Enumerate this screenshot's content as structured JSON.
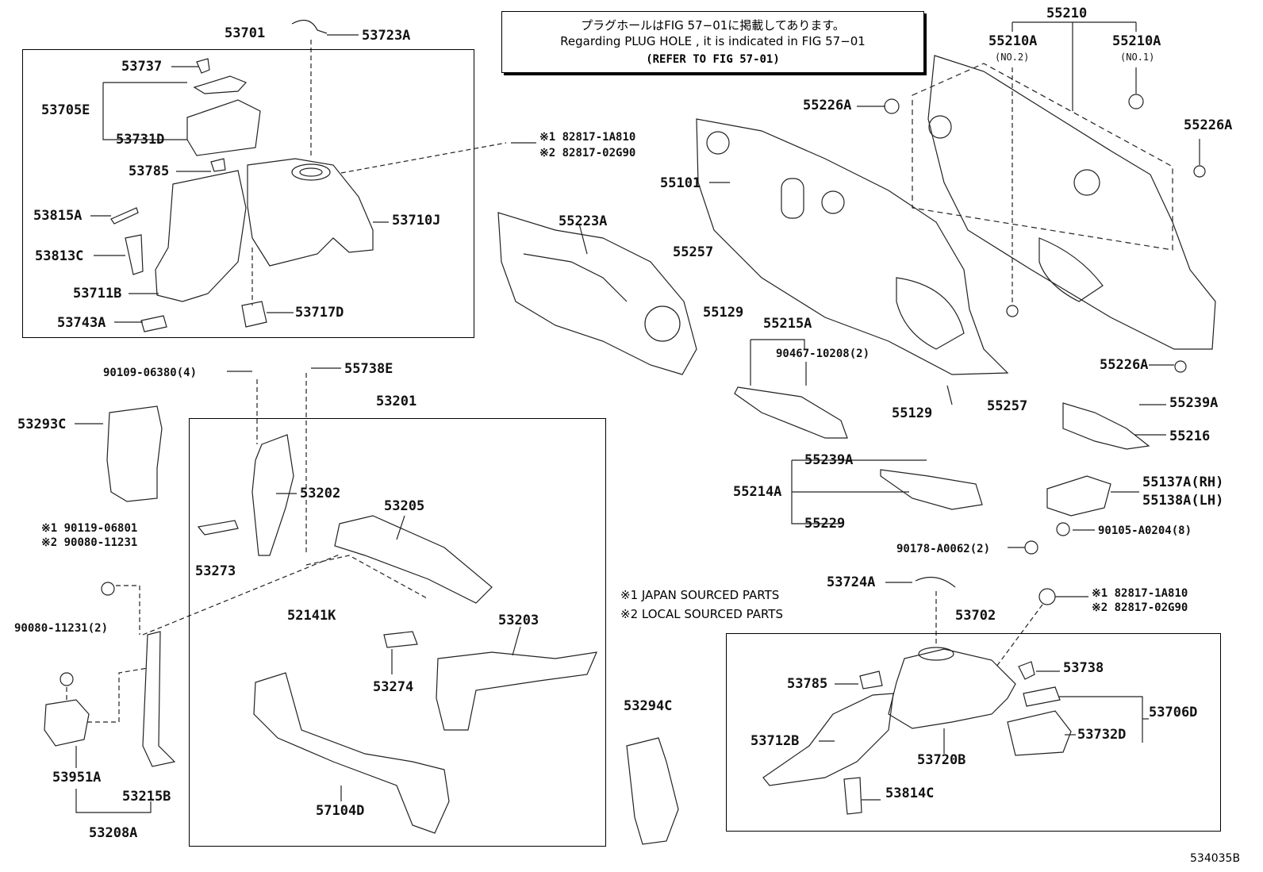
{
  "notice": {
    "line_jp": "プラグホールはFIG 57−01に掲載してあります。",
    "line_en": "Regarding  PLUG HOLE , it is indicated in FIG 57−01",
    "line_ref": "(REFER TO FIG 57-01)"
  },
  "legend": {
    "note1": "※1 JAPAN SOURCED PARTS",
    "note2": "※2 LOCAL SOURCED PARTS"
  },
  "figure_id": "534035B",
  "parts": {
    "p53701": "53701",
    "p53723A": "53723A",
    "p53737": "53737",
    "p53705E": "53705E",
    "p53731D": "53731D",
    "p53785a": "53785",
    "p53815A": "53815A",
    "p53813C": "53813C",
    "p53711B": "53711B",
    "p53743A": "53743A",
    "p53717D": "53717D",
    "p53710J": "53710J",
    "p82817a_1": "※1 82817-1A810",
    "p82817a_2": "※2 82817-02G90",
    "p55223A": "55223A",
    "p55210": "55210",
    "p55210A_no2": "55210A",
    "p55210A_no2_sub": "(NO.2)",
    "p55210A_no1": "55210A",
    "p55210A_no1_sub": "(NO.1)",
    "p55226A_a": "55226A",
    "p55226A_b": "55226A",
    "p55226A_c": "55226A",
    "p55101": "55101",
    "p55257a": "55257",
    "p55129a": "55129",
    "p55215A": "55215A",
    "p90467": "90467-10208(2)",
    "p55129b": "55129",
    "p55257b": "55257",
    "p55239A_a": "55239A",
    "p55216": "55216",
    "p55239A_b": "55239A",
    "p55214A": "55214A",
    "p55229": "55229",
    "p55137A": "55137A(RH)",
    "p55138A": "55138A(LH)",
    "p90178": "90178-A0062(2)",
    "p90105": "90105-A0204(8)",
    "p90109": "90109-06380(4)",
    "p55738E": "55738E",
    "p53201": "53201",
    "p53293C": "53293C",
    "p53202": "53202",
    "p53205": "53205",
    "p53273": "53273",
    "p52141K": "52141K",
    "p90119_1": "※1 90119-06801",
    "p90119_2": "※2 90080-11231",
    "p90080": "90080-11231(2)",
    "p53203": "53203",
    "p53274": "53274",
    "p57104D": "57104D",
    "p53951A": "53951A",
    "p53215B": "53215B",
    "p53208A": "53208A",
    "p53294C": "53294C",
    "p53724A": "53724A",
    "p53702": "53702",
    "p82817b_1": "※1 82817-1A810",
    "p82817b_2": "※2 82817-02G90",
    "p53738": "53738",
    "p53785b": "53785",
    "p53706D": "53706D",
    "p53712B": "53712B",
    "p53732D": "53732D",
    "p53720B": "53720B",
    "p53814C": "53814C"
  }
}
